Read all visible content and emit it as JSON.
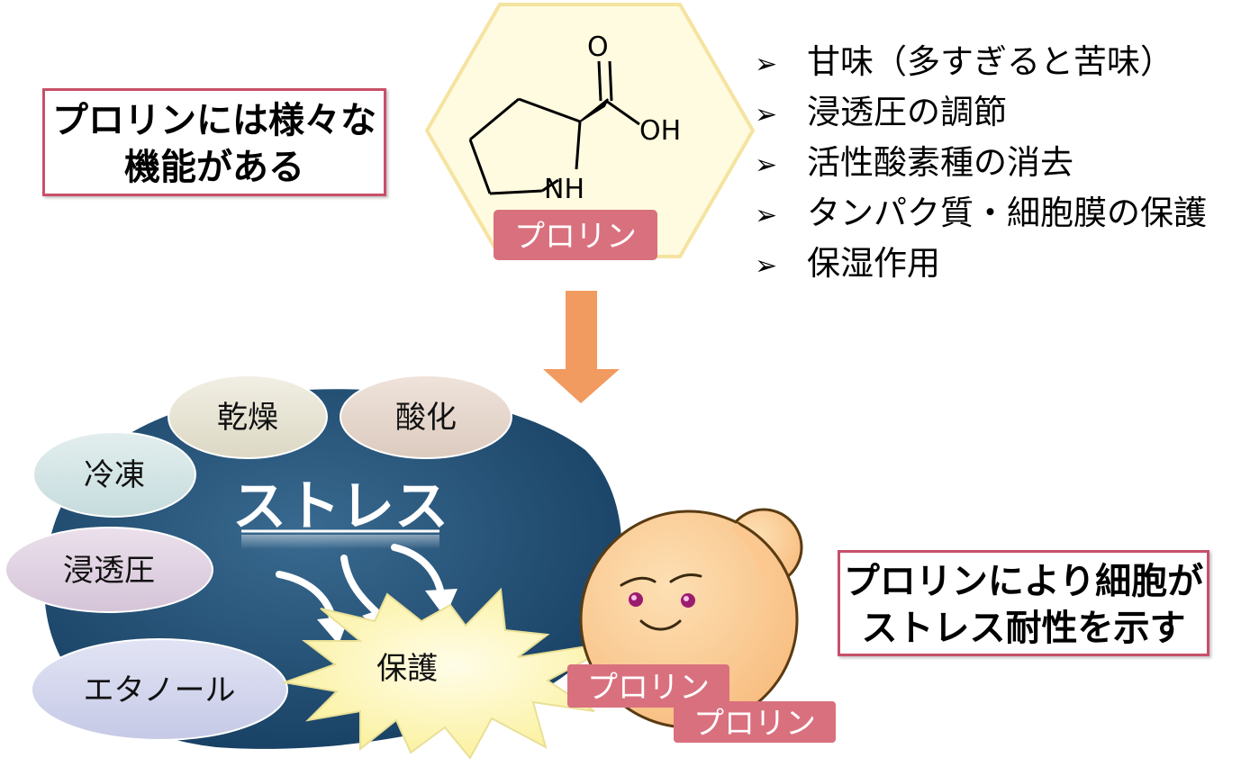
{
  "molecule": {
    "label": "プロリン",
    "atom_o": "O",
    "atom_oh": "OH",
    "atom_nh": "NH"
  },
  "left_note": {
    "lines": [
      "プロリンには様々な",
      "機能がある"
    ]
  },
  "functions": {
    "bullet": "➢",
    "items": [
      "甘味（多すぎると苦味）",
      "浸透圧の調節",
      "活性酸素種の消去",
      "タンパク質・細胞膜の保護",
      "保湿作用"
    ]
  },
  "stress": {
    "title": "ストレス",
    "protect_label": "保護",
    "stressors": [
      "乾燥",
      "酸化",
      "冷凍",
      "浸透圧",
      "エタノール"
    ]
  },
  "cell": {
    "tags": [
      "プロリン",
      "プロリン"
    ]
  },
  "right_note": {
    "lines": [
      "プロリンにより細胞が",
      "ストレス耐性を示す"
    ]
  },
  "colors": {
    "hexagon_fill": "#fffbe0",
    "hexagon_stroke": "#f5e3a0",
    "tag_fill": "#d9707e",
    "arrow": "#f19b60",
    "stress_blob": "#1b4a70",
    "note_border": "#c8506a",
    "cell_fill": "#fcc890",
    "burst_fill": "#fff7b0"
  }
}
